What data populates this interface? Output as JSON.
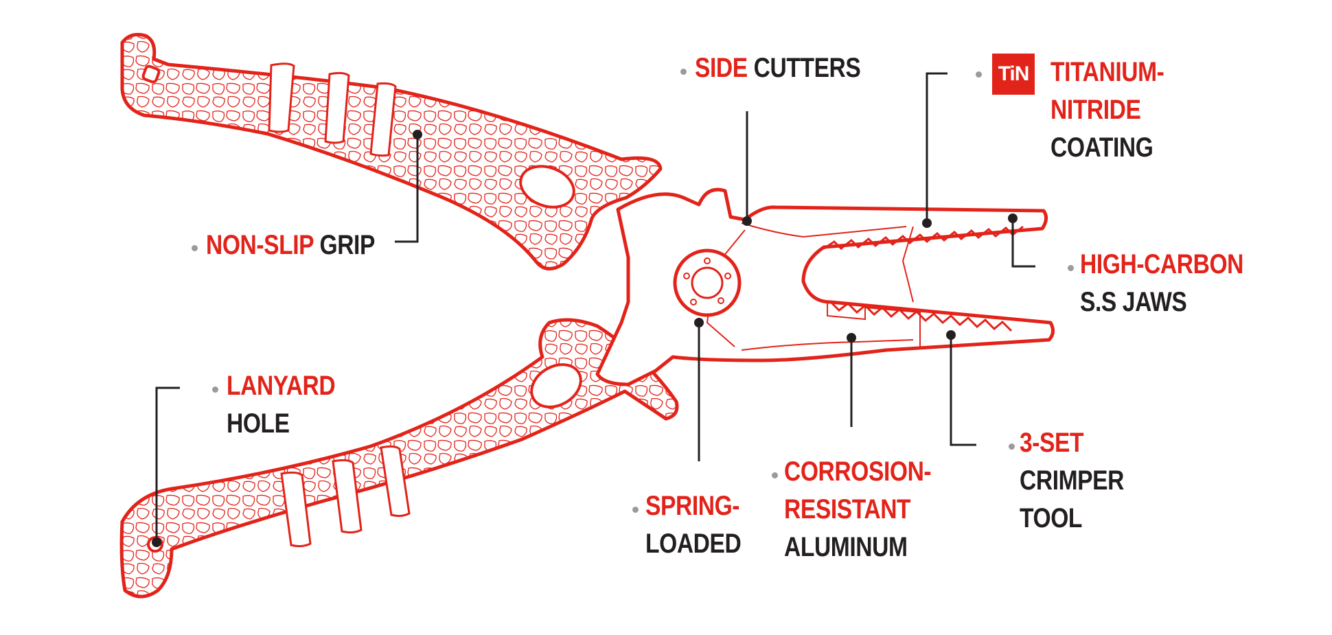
{
  "colors": {
    "accent_red": "#e2231a",
    "text_dark": "#231f20",
    "bullet_gray": "#9a9a9a",
    "background": "#ffffff"
  },
  "badge": {
    "text": "TiN"
  },
  "labels": {
    "side_cutters": {
      "red": "SIDE",
      "dark": "CUTTERS"
    },
    "titanium_nitride": {
      "lines": [
        "TITANIUM-",
        "NITRIDE"
      ],
      "dark": "COATING"
    },
    "non_slip_grip": {
      "red": "NON-SLIP",
      "dark": "GRIP"
    },
    "high_carbon": {
      "red": "HIGH-CARBON",
      "dark": "S.S JAWS"
    },
    "lanyard_hole": {
      "red": "LANYARD",
      "dark": "HOLE"
    },
    "three_set": {
      "red": "3-SET",
      "dark_lines": [
        "CRIMPER",
        "TOOL"
      ]
    },
    "corrosion": {
      "lines": [
        "CORROSION-",
        "RESISTANT"
      ],
      "dark": "ALUMINUM"
    },
    "spring_loaded": {
      "red": "SPRING-",
      "dark": "LOADED"
    }
  }
}
